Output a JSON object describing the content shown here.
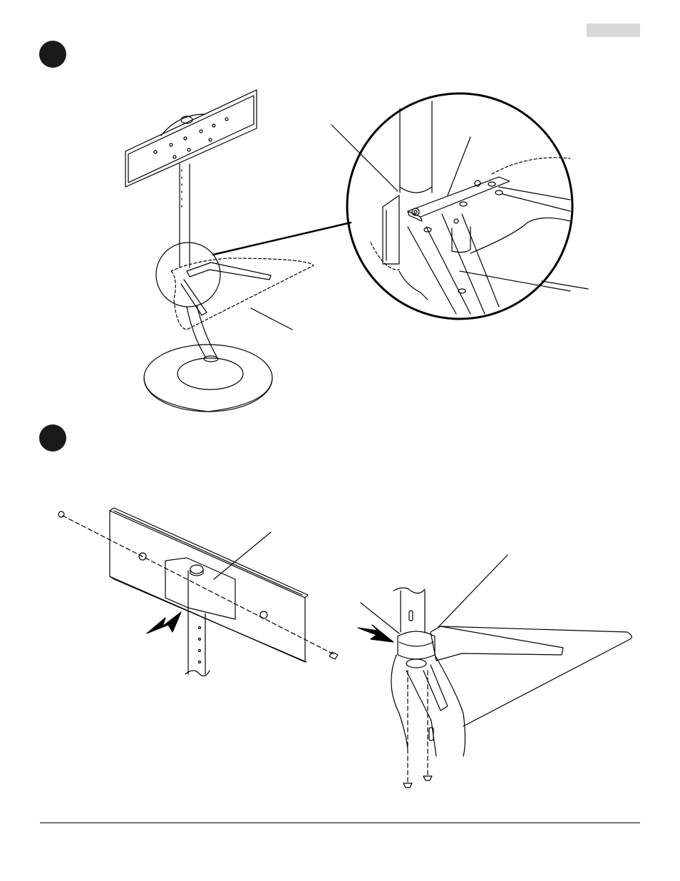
{
  "page": {
    "header_tab": "",
    "steps": [
      {
        "number": ""
      },
      {
        "number": ""
      }
    ]
  },
  "illustrations": [
    {
      "name": "stand-overview-with-detail-zoom",
      "callouts": [
        "",
        "",
        "",
        ""
      ]
    },
    {
      "name": "cover-installation-on-wall-plate",
      "callouts": [
        ""
      ]
    },
    {
      "name": "collar-installation-on-shelf-bracket",
      "callouts": [
        "",
        ""
      ]
    }
  ]
}
